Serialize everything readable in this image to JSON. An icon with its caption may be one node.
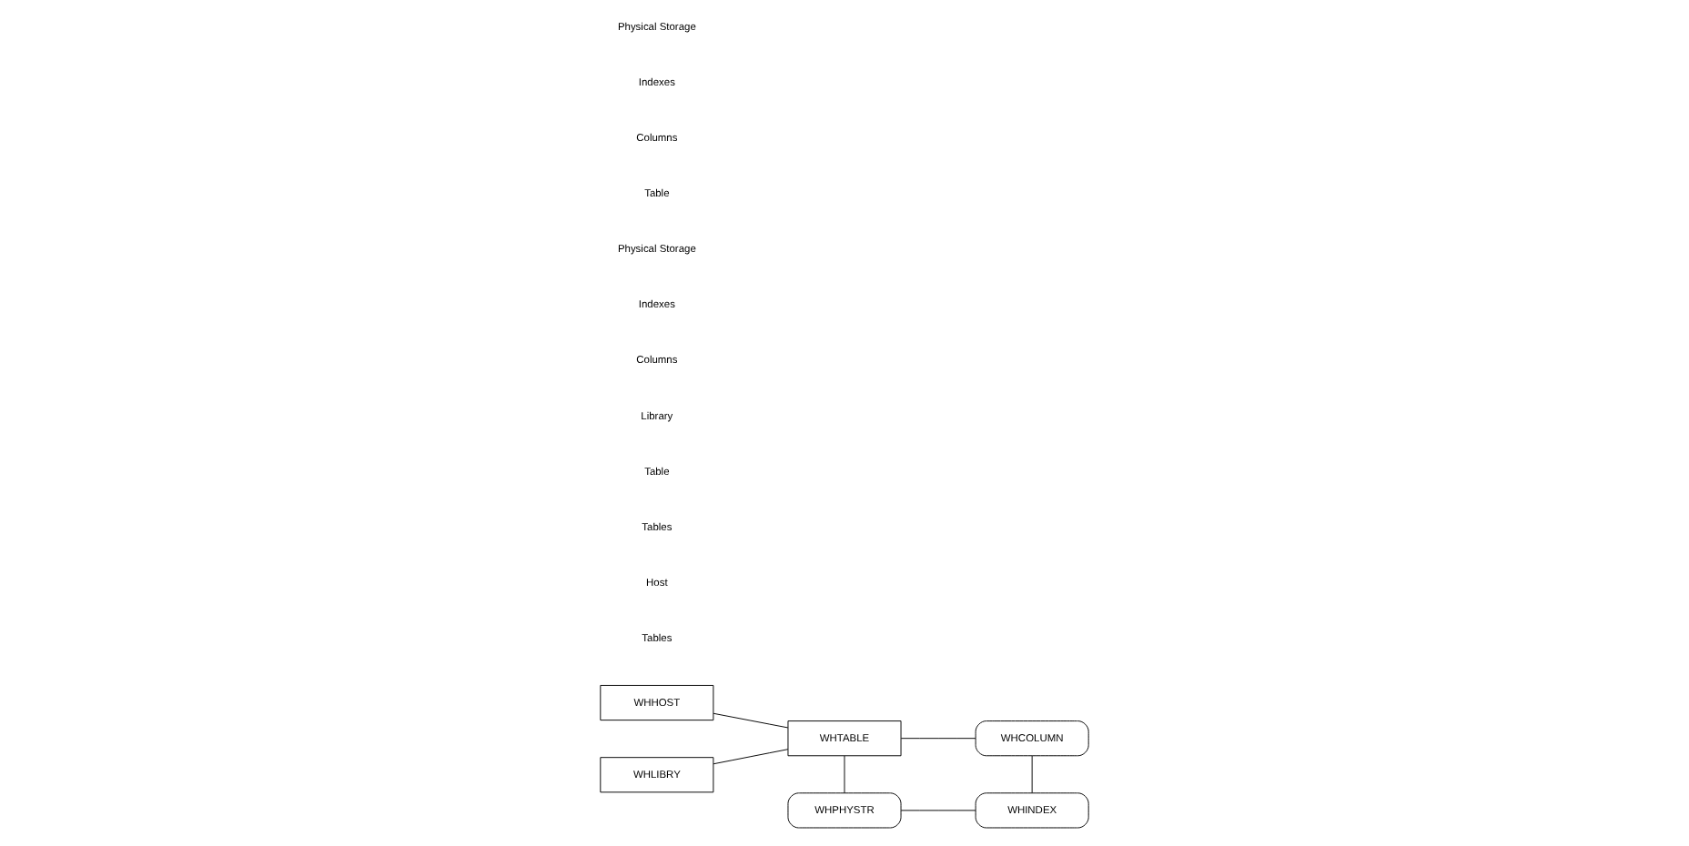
{
  "diagram": {
    "nodes": [
      {
        "text": [
          "WHHOST"
        ]
      },
      {
        "text": [
          "WHLIBRY"
        ]
      },
      {
        "text": [
          "WHTABLE"
        ]
      },
      {
        "text": [
          "WHCOLUMN"
        ]
      },
      {
        "text": [
          "WHPHYSTR"
        ]
      },
      {
        "text": [
          "WHINDEX"
        ]
      }
    ],
    "edges": [
      {
        "from": 0,
        "to": 2,
        "arrow": "none"
      },
      {
        "from": 1,
        "to": 2,
        "arrow": "none"
      },
      {
        "from": 2,
        "to": 3,
        "arrow": "none"
      },
      {
        "from": 2,
        "to": 4,
        "arrow": "none"
      },
      {
        "from": 3,
        "to": 5,
        "arrow": "none"
      },
      {
        "from": 4,
        "to": 5,
        "arrow": "none"
      }
    ],
    "labels": [
      "Tables",
      "Host",
      "Tables",
      "Table",
      "Library",
      "Columns",
      "Indexes",
      "Physical Storage",
      "Table",
      "Columns",
      "Indexes",
      "Physical Storage"
    ]
  }
}
